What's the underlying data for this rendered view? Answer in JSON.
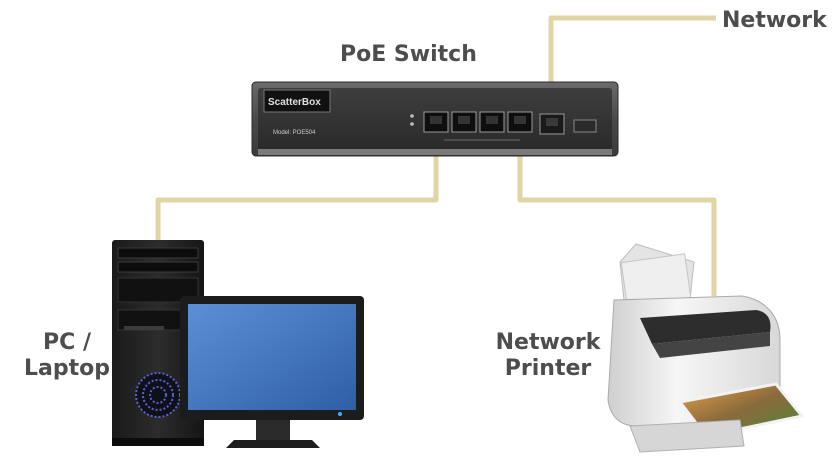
{
  "labels": {
    "network": "Network",
    "switch": "PoE Switch",
    "pc_line1": "PC /",
    "pc_line2": "Laptop",
    "printer_line1": "Network",
    "printer_line2": "Printer"
  },
  "device_text": {
    "brand": "ScatterBox",
    "model": "Model: POE504"
  },
  "colors": {
    "cable": "#e2d5a4",
    "label": "#4d4d4d",
    "switch_body": "#555555",
    "monitor_screen": "#4a7fc4",
    "fan_blue": "#5b63d4"
  }
}
